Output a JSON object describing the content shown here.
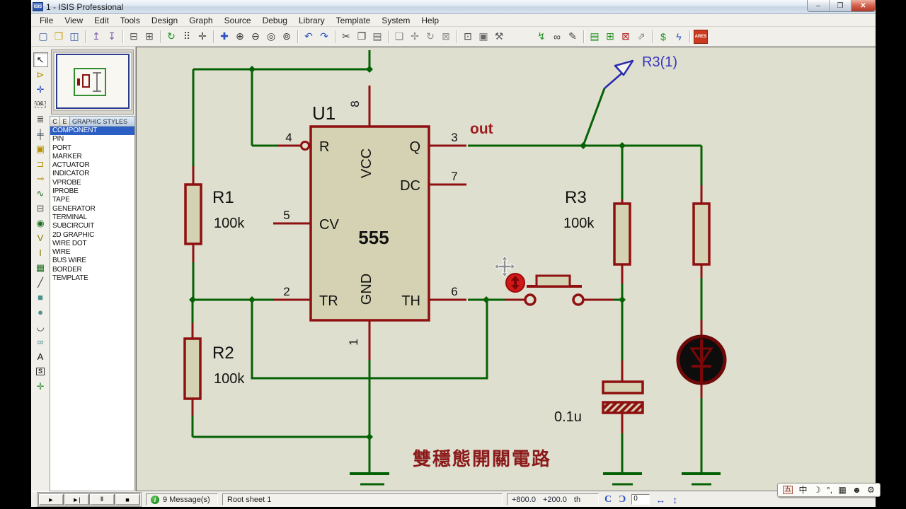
{
  "window": {
    "title": "1 - ISIS Professional",
    "app_icon_text": "ISIS",
    "minimize_glyph": "–",
    "restore_glyph": "❐",
    "close_glyph": "✕"
  },
  "menu": {
    "items": [
      "File",
      "View",
      "Edit",
      "Tools",
      "Design",
      "Graph",
      "Source",
      "Debug",
      "Library",
      "Template",
      "System",
      "Help"
    ]
  },
  "toolbar": {
    "icons": [
      {
        "name": "new-file-icon",
        "glyph": "▢",
        "color": "#3a5fa0"
      },
      {
        "name": "open-folder-icon",
        "glyph": "❒",
        "color": "#c9a227"
      },
      {
        "name": "save-icon",
        "glyph": "◫",
        "color": "#2f55b0"
      },
      {
        "sep": true
      },
      {
        "name": "import-section-icon",
        "glyph": "↥",
        "color": "#7a5fb0"
      },
      {
        "name": "export-section-icon",
        "glyph": "↧",
        "color": "#7a5fb0"
      },
      {
        "sep": true
      },
      {
        "name": "print-icon",
        "glyph": "⊟",
        "color": "#555555"
      },
      {
        "name": "mark-print-area-icon",
        "glyph": "⊞",
        "color": "#555555"
      },
      {
        "sep": true
      },
      {
        "name": "redraw-icon",
        "glyph": "↻",
        "color": "#1f8f1f"
      },
      {
        "name": "toggle-grid-icon",
        "glyph": "⠿",
        "color": "#444444"
      },
      {
        "name": "false-origin-icon",
        "glyph": "✛",
        "color": "#444444"
      },
      {
        "sep": true
      },
      {
        "name": "pan-icon",
        "glyph": "✚",
        "color": "#2a50c8"
      },
      {
        "name": "zoom-in-icon",
        "glyph": "⊕",
        "color": "#333333"
      },
      {
        "name": "zoom-out-icon",
        "glyph": "⊖",
        "color": "#333333"
      },
      {
        "name": "zoom-area-icon",
        "glyph": "◎",
        "color": "#333333"
      },
      {
        "name": "zoom-all-icon",
        "glyph": "⊚",
        "color": "#333333"
      },
      {
        "sep": true
      },
      {
        "name": "undo-icon",
        "glyph": "↶",
        "color": "#2a50c8"
      },
      {
        "name": "redo-icon",
        "glyph": "↷",
        "color": "#2a50c8"
      },
      {
        "sep": true
      },
      {
        "name": "cut-icon",
        "glyph": "✂",
        "color": "#444444"
      },
      {
        "name": "copy-icon",
        "glyph": "❐",
        "color": "#444444"
      },
      {
        "name": "paste-icon",
        "glyph": "▤",
        "color": "#666666"
      },
      {
        "sep": true
      },
      {
        "name": "block-copy-icon",
        "glyph": "❏",
        "color": "#8a8a8a"
      },
      {
        "name": "block-move-icon",
        "glyph": "✢",
        "color": "#8a8a8a"
      },
      {
        "name": "block-rotate-icon",
        "glyph": "↻",
        "color": "#8a8a8a"
      },
      {
        "name": "block-delete-icon",
        "glyph": "⊠",
        "color": "#8a8a8a"
      },
      {
        "sep": true
      },
      {
        "name": "pick-device-icon",
        "glyph": "⊡",
        "color": "#444444"
      },
      {
        "name": "make-device-icon",
        "glyph": "▣",
        "color": "#666666"
      },
      {
        "name": "packaging-tool-icon",
        "glyph": "⚒",
        "color": "#555555"
      },
      {
        "gap": true
      },
      {
        "name": "wire-autorouter-icon",
        "glyph": "↯",
        "color": "#1f8f1f"
      },
      {
        "name": "search-and-tag-icon",
        "glyph": "∞",
        "color": "#444444"
      },
      {
        "name": "property-assignment-icon",
        "glyph": "✎",
        "color": "#444444"
      },
      {
        "sep": true
      },
      {
        "name": "design-explorer-icon",
        "glyph": "▤",
        "color": "#1f8f1f"
      },
      {
        "name": "new-sheet-icon",
        "glyph": "⊞",
        "color": "#1f8f1f"
      },
      {
        "name": "remove-sheet-icon",
        "glyph": "⊠",
        "color": "#b02020"
      },
      {
        "name": "goto-parent-sheet-icon",
        "glyph": "⇗",
        "color": "#888888"
      },
      {
        "sep": true
      },
      {
        "name": "bill-of-materials-icon",
        "glyph": "$",
        "color": "#1f8f1f"
      },
      {
        "name": "electrical-rule-check-icon",
        "glyph": "ϟ",
        "color": "#2a50c8"
      },
      {
        "sep": true
      },
      {
        "name": "netlist-to-ares-icon",
        "glyph": "ARES",
        "color": "#ffffff",
        "ares": true
      }
    ]
  },
  "tool_dock": {
    "icons": [
      {
        "name": "selection-mode-icon",
        "glyph": "↖",
        "color": "#111111",
        "selected": true
      },
      {
        "name": "component-mode-icon",
        "glyph": "⊳",
        "color": "#b89000"
      },
      {
        "name": "junction-dot-mode-icon",
        "glyph": "✛",
        "color": "#2244bb"
      },
      {
        "name": "wire-label-mode-icon",
        "glyph": "LBL",
        "color": "#333333",
        "small": true
      },
      {
        "name": "text-script-mode-icon",
        "glyph": "≣",
        "color": "#333333"
      },
      {
        "name": "bus-mode-icon",
        "glyph": "╪",
        "color": "#334455"
      },
      {
        "name": "subcircuit-mode-icon",
        "glyph": "▣",
        "color": "#b89000"
      },
      {
        "name": "terminal-mode-icon",
        "glyph": "⊐",
        "color": "#b89000"
      },
      {
        "name": "device-pin-mode-icon",
        "glyph": "⊸",
        "color": "#b89000"
      },
      {
        "name": "graph-mode-icon",
        "glyph": "∿",
        "color": "#207020"
      },
      {
        "name": "tape-recorder-mode-icon",
        "glyph": "⊟",
        "color": "#555555"
      },
      {
        "name": "generator-mode-icon",
        "glyph": "◉",
        "color": "#207020"
      },
      {
        "name": "voltage-probe-mode-icon",
        "glyph": "V",
        "color": "#8a7a00"
      },
      {
        "name": "current-probe-mode-icon",
        "glyph": "I",
        "color": "#8a7a00"
      },
      {
        "name": "virtual-instruments-mode-icon",
        "glyph": "▦",
        "color": "#207020"
      },
      {
        "name": "2d-line-mode-icon",
        "glyph": "╱",
        "color": "#333333"
      },
      {
        "name": "2d-box-mode-icon",
        "glyph": "■",
        "color": "#4d8f8f"
      },
      {
        "name": "2d-circle-mode-icon",
        "glyph": "●",
        "color": "#4d8f8f"
      },
      {
        "name": "2d-arc-mode-icon",
        "glyph": "◡",
        "color": "#333333"
      },
      {
        "name": "2d-path-mode-icon",
        "glyph": "∞",
        "color": "#4d8f8f"
      },
      {
        "name": "2d-text-mode-icon",
        "glyph": "A",
        "color": "#111111"
      },
      {
        "name": "2d-symbol-mode-icon",
        "glyph": "S",
        "color": "#333333",
        "boxed": true
      },
      {
        "name": "marker-mode-icon",
        "glyph": "✛",
        "color": "#2a8a2a"
      }
    ]
  },
  "sidebar": {
    "selector": {
      "create_button": "C",
      "edit_button": "E",
      "title": "GRAPHIC STYLES",
      "items": [
        {
          "label": "COMPONENT",
          "selected": true
        },
        {
          "label": "PIN"
        },
        {
          "label": "PORT"
        },
        {
          "label": "MARKER"
        },
        {
          "label": "ACTUATOR"
        },
        {
          "label": "INDICATOR"
        },
        {
          "label": "VPROBE"
        },
        {
          "label": "IPROBE"
        },
        {
          "label": "TAPE"
        },
        {
          "label": "GENERATOR"
        },
        {
          "label": "TERMINAL"
        },
        {
          "label": "SUBCIRCUIT"
        },
        {
          "label": "2D GRAPHIC"
        },
        {
          "label": "WIRE DOT"
        },
        {
          "label": "WIRE"
        },
        {
          "label": "BUS WIRE"
        },
        {
          "label": "BORDER"
        },
        {
          "label": "TEMPLATE"
        }
      ]
    }
  },
  "schematic": {
    "colors": {
      "canvas_bg": "#DFDFD0",
      "wire_green": "#046104",
      "component_red": "#8E1010",
      "component_fill": "#D5D2B3",
      "net_label_red": "#9E1B1B",
      "wire_label_blue": "#3535BB"
    },
    "u1": {
      "ref": "U1",
      "value": "555",
      "pin_numbers": [
        "4",
        "5",
        "2",
        "3",
        "7",
        "6",
        "8",
        "1"
      ],
      "pin_names": [
        "R",
        "CV",
        "TR",
        "Q",
        "DC",
        "TH",
        "VCC",
        "GND"
      ]
    },
    "r1": {
      "ref": "R1",
      "value": "100k"
    },
    "r2": {
      "ref": "R2",
      "value": "100k"
    },
    "r3": {
      "ref": "R3",
      "value": "100k"
    },
    "c1": {
      "value": "0.1u"
    },
    "net_label": "out",
    "wire_label": "R3(1)",
    "caption": "雙穩態開關電路"
  },
  "statusbar": {
    "sim_controls": [
      {
        "name": "play-button",
        "glyph": "►"
      },
      {
        "name": "step-button",
        "glyph": "►|"
      },
      {
        "name": "pause-button",
        "glyph": "Ⅱ"
      },
      {
        "name": "stop-button",
        "glyph": "■"
      }
    ],
    "info_glyph": "i",
    "messages_label": "9 Message(s)",
    "sheet_label": "Root sheet 1",
    "coord_x": "+800.0",
    "coord_y": "+200.0",
    "coord_unit": "th",
    "rotate_cw_glyph": "C",
    "rotate_ccw_glyph": "Ɔ",
    "angle_value": "0",
    "mirror_h_glyph": "↔",
    "mirror_v_glyph": "↕"
  },
  "ime_bar": {
    "icons": [
      {
        "name": "ime-input-method-icon",
        "glyph": "五",
        "boxed": true
      },
      {
        "name": "ime-language-mode-icon",
        "glyph": "中"
      },
      {
        "name": "ime-fullhalf-shape-icon",
        "glyph": "☽"
      },
      {
        "name": "ime-punctuation-icon",
        "glyph": "°,"
      },
      {
        "name": "ime-soft-keyboard-icon",
        "glyph": "▦"
      },
      {
        "name": "ime-user-icon",
        "glyph": "☻"
      },
      {
        "name": "ime-settings-icon",
        "glyph": "⚙"
      }
    ]
  }
}
